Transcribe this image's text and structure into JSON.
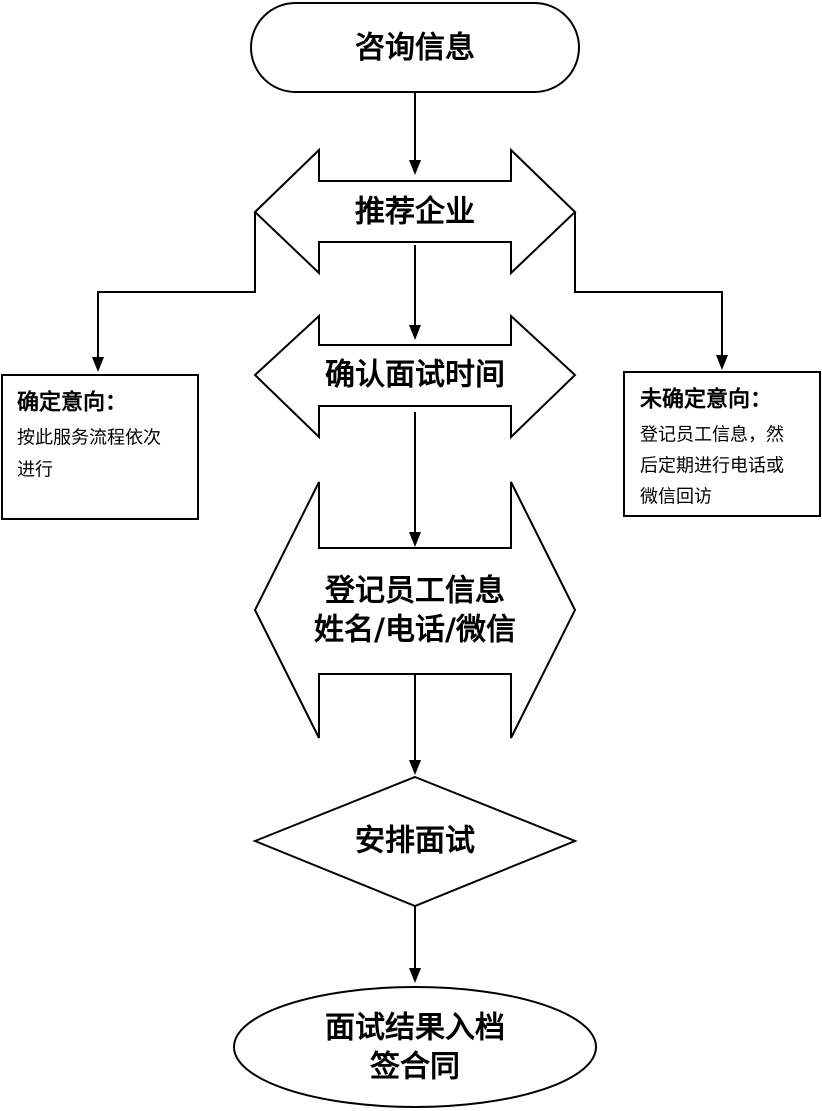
{
  "nodes": {
    "consult": {
      "label": "咨询信息"
    },
    "recommend": {
      "label": "推荐企业"
    },
    "confirm_time": {
      "label": "确认面试时间"
    },
    "register": {
      "line1": "登记员工信息",
      "line2": "姓名/电话/微信"
    },
    "arrange": {
      "label": "安排面试"
    },
    "result": {
      "line1": "面试结果入档",
      "line2": "签合同"
    }
  },
  "notes": {
    "confirmed": {
      "title": "确定意向：",
      "line1": "按此服务流程依次",
      "line2": "进行"
    },
    "unconfirmed": {
      "title": "未确定意向：",
      "line1": "登记员工信息，然",
      "line2": "后定期进行电话或",
      "line3": "微信回访"
    }
  }
}
